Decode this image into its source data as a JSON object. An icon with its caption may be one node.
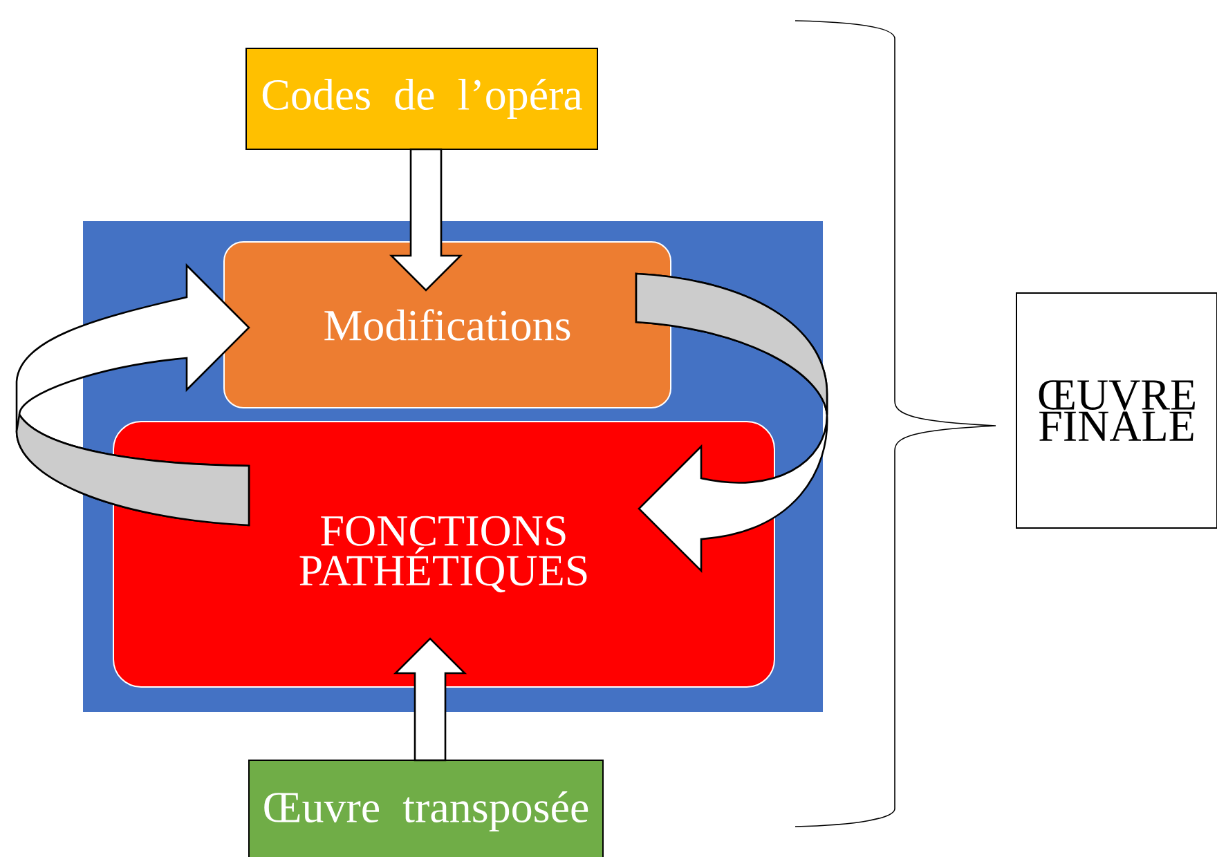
{
  "diagram": {
    "nodes": [
      {
        "text": [
          "Codes de l’opéra"
        ]
      },
      {
        "text": [],
        "shape": "box"
      },
      {
        "text": [
          "Modifications"
        ],
        "in": 1
      },
      {
        "text": [
          "FONCTIONS PATHÉTIQUES"
        ],
        "in": 1
      },
      {
        "text": [
          "Œuvre transposée"
        ]
      },
      {
        "text": [
          "ŒUVRE FINALE"
        ]
      }
    ],
    "edges": [
      {
        "from": 0,
        "to": 2,
        "arrow": "to"
      },
      {
        "from": 4,
        "to": 3,
        "arrow": "to"
      },
      {
        "from": 3,
        "to": 2,
        "arrow": "to"
      },
      {
        "from": 2,
        "to": 3,
        "arrow": "to"
      }
    ]
  }
}
